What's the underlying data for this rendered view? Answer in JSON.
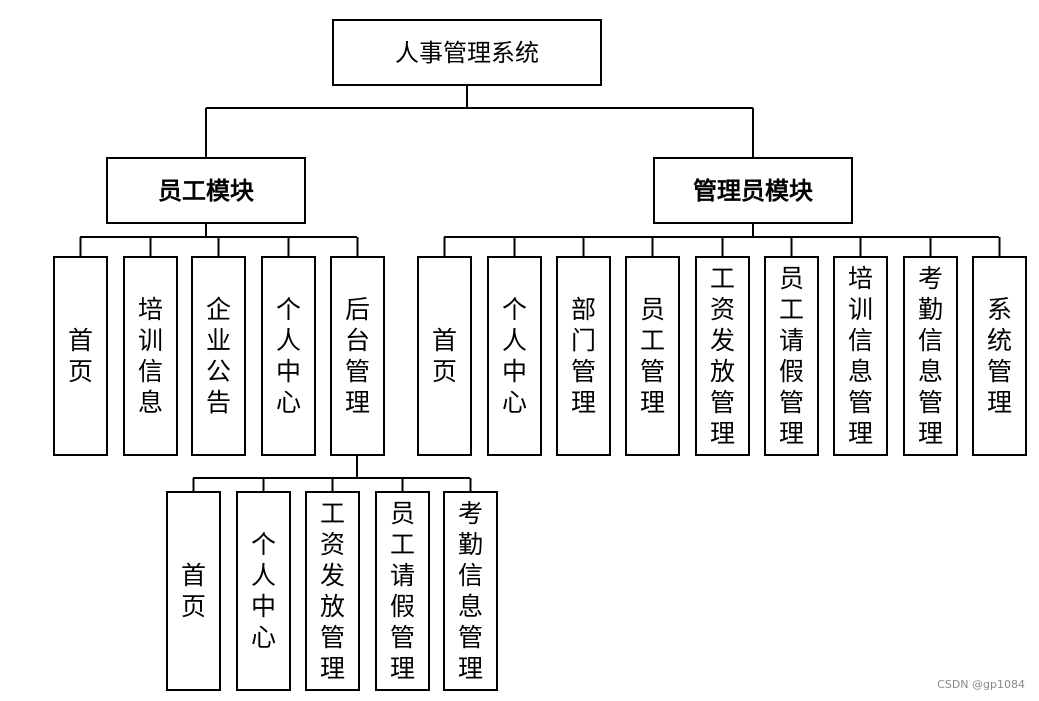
{
  "root": {
    "label": "人事管理系统"
  },
  "employee_module": {
    "label": "员工模块",
    "children": [
      "首页",
      "培训信息",
      "企业公告",
      "个人中心",
      "后台管理"
    ],
    "backend_children": [
      "首页",
      "个人中心",
      "工资发放管理",
      "员工请假管理",
      "考勤信息管理"
    ]
  },
  "admin_module": {
    "label": "管理员模块",
    "children": [
      "首页",
      "个人中心",
      "部门管理",
      "员工管理",
      "工资发放管理",
      "员工请假管理",
      "培训信息管理",
      "考勤信息管理",
      "系统管理"
    ]
  },
  "watermark": "CSDN @gp1084"
}
